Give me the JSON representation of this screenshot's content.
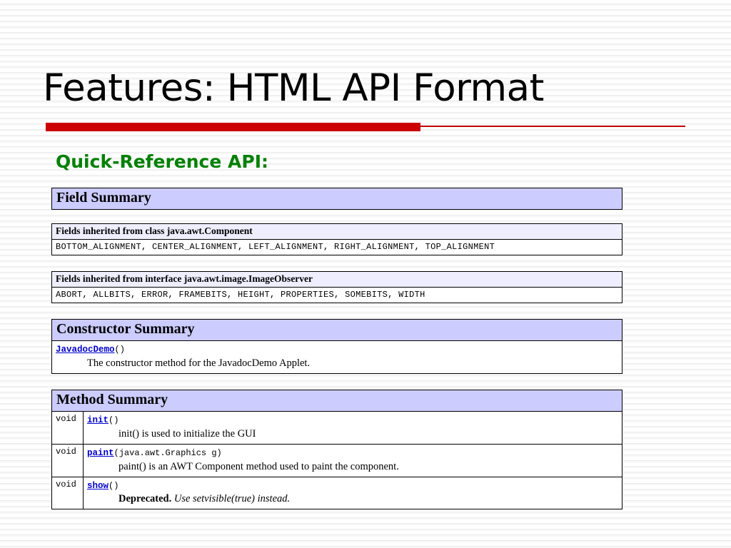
{
  "slide": {
    "title": "Features: HTML API Format",
    "subtitle": "Quick-Reference API:",
    "accent_red": "#cc0000",
    "subtitle_color": "#008000",
    "header_bar_color": "#ccccff",
    "subheader_bar_color": "#eeeeff",
    "link_color": "#0000cc"
  },
  "javadoc": {
    "field_summary": {
      "header": "Field Summary",
      "inherited": [
        {
          "header": "Fields inherited from class java.awt.Component",
          "values": "BOTTOM_ALIGNMENT, CENTER_ALIGNMENT, LEFT_ALIGNMENT, RIGHT_ALIGNMENT, TOP_ALIGNMENT"
        },
        {
          "header": "Fields inherited from interface java.awt.image.ImageObserver",
          "values": "ABORT, ALLBITS, ERROR, FRAMEBITS, HEIGHT, PROPERTIES, SOMEBITS, WIDTH"
        }
      ]
    },
    "constructor_summary": {
      "header": "Constructor Summary",
      "rows": [
        {
          "name": "JavadocDemo",
          "args": "()",
          "description": "The constructor method for the JavadocDemo Applet."
        }
      ]
    },
    "method_summary": {
      "header": "Method Summary",
      "rows": [
        {
          "return_type": "void",
          "name": "init",
          "args": "()",
          "description": "init() is used to initialize the GUI"
        },
        {
          "return_type": "void",
          "name": "paint",
          "args": "(java.awt.Graphics g)",
          "description": "paint() is an AWT Component method used to paint the component."
        },
        {
          "return_type": "void",
          "name": "show",
          "args": "()",
          "deprecated_label": "Deprecated.",
          "deprecated_note": "Use setvisible(true) instead."
        }
      ]
    }
  }
}
